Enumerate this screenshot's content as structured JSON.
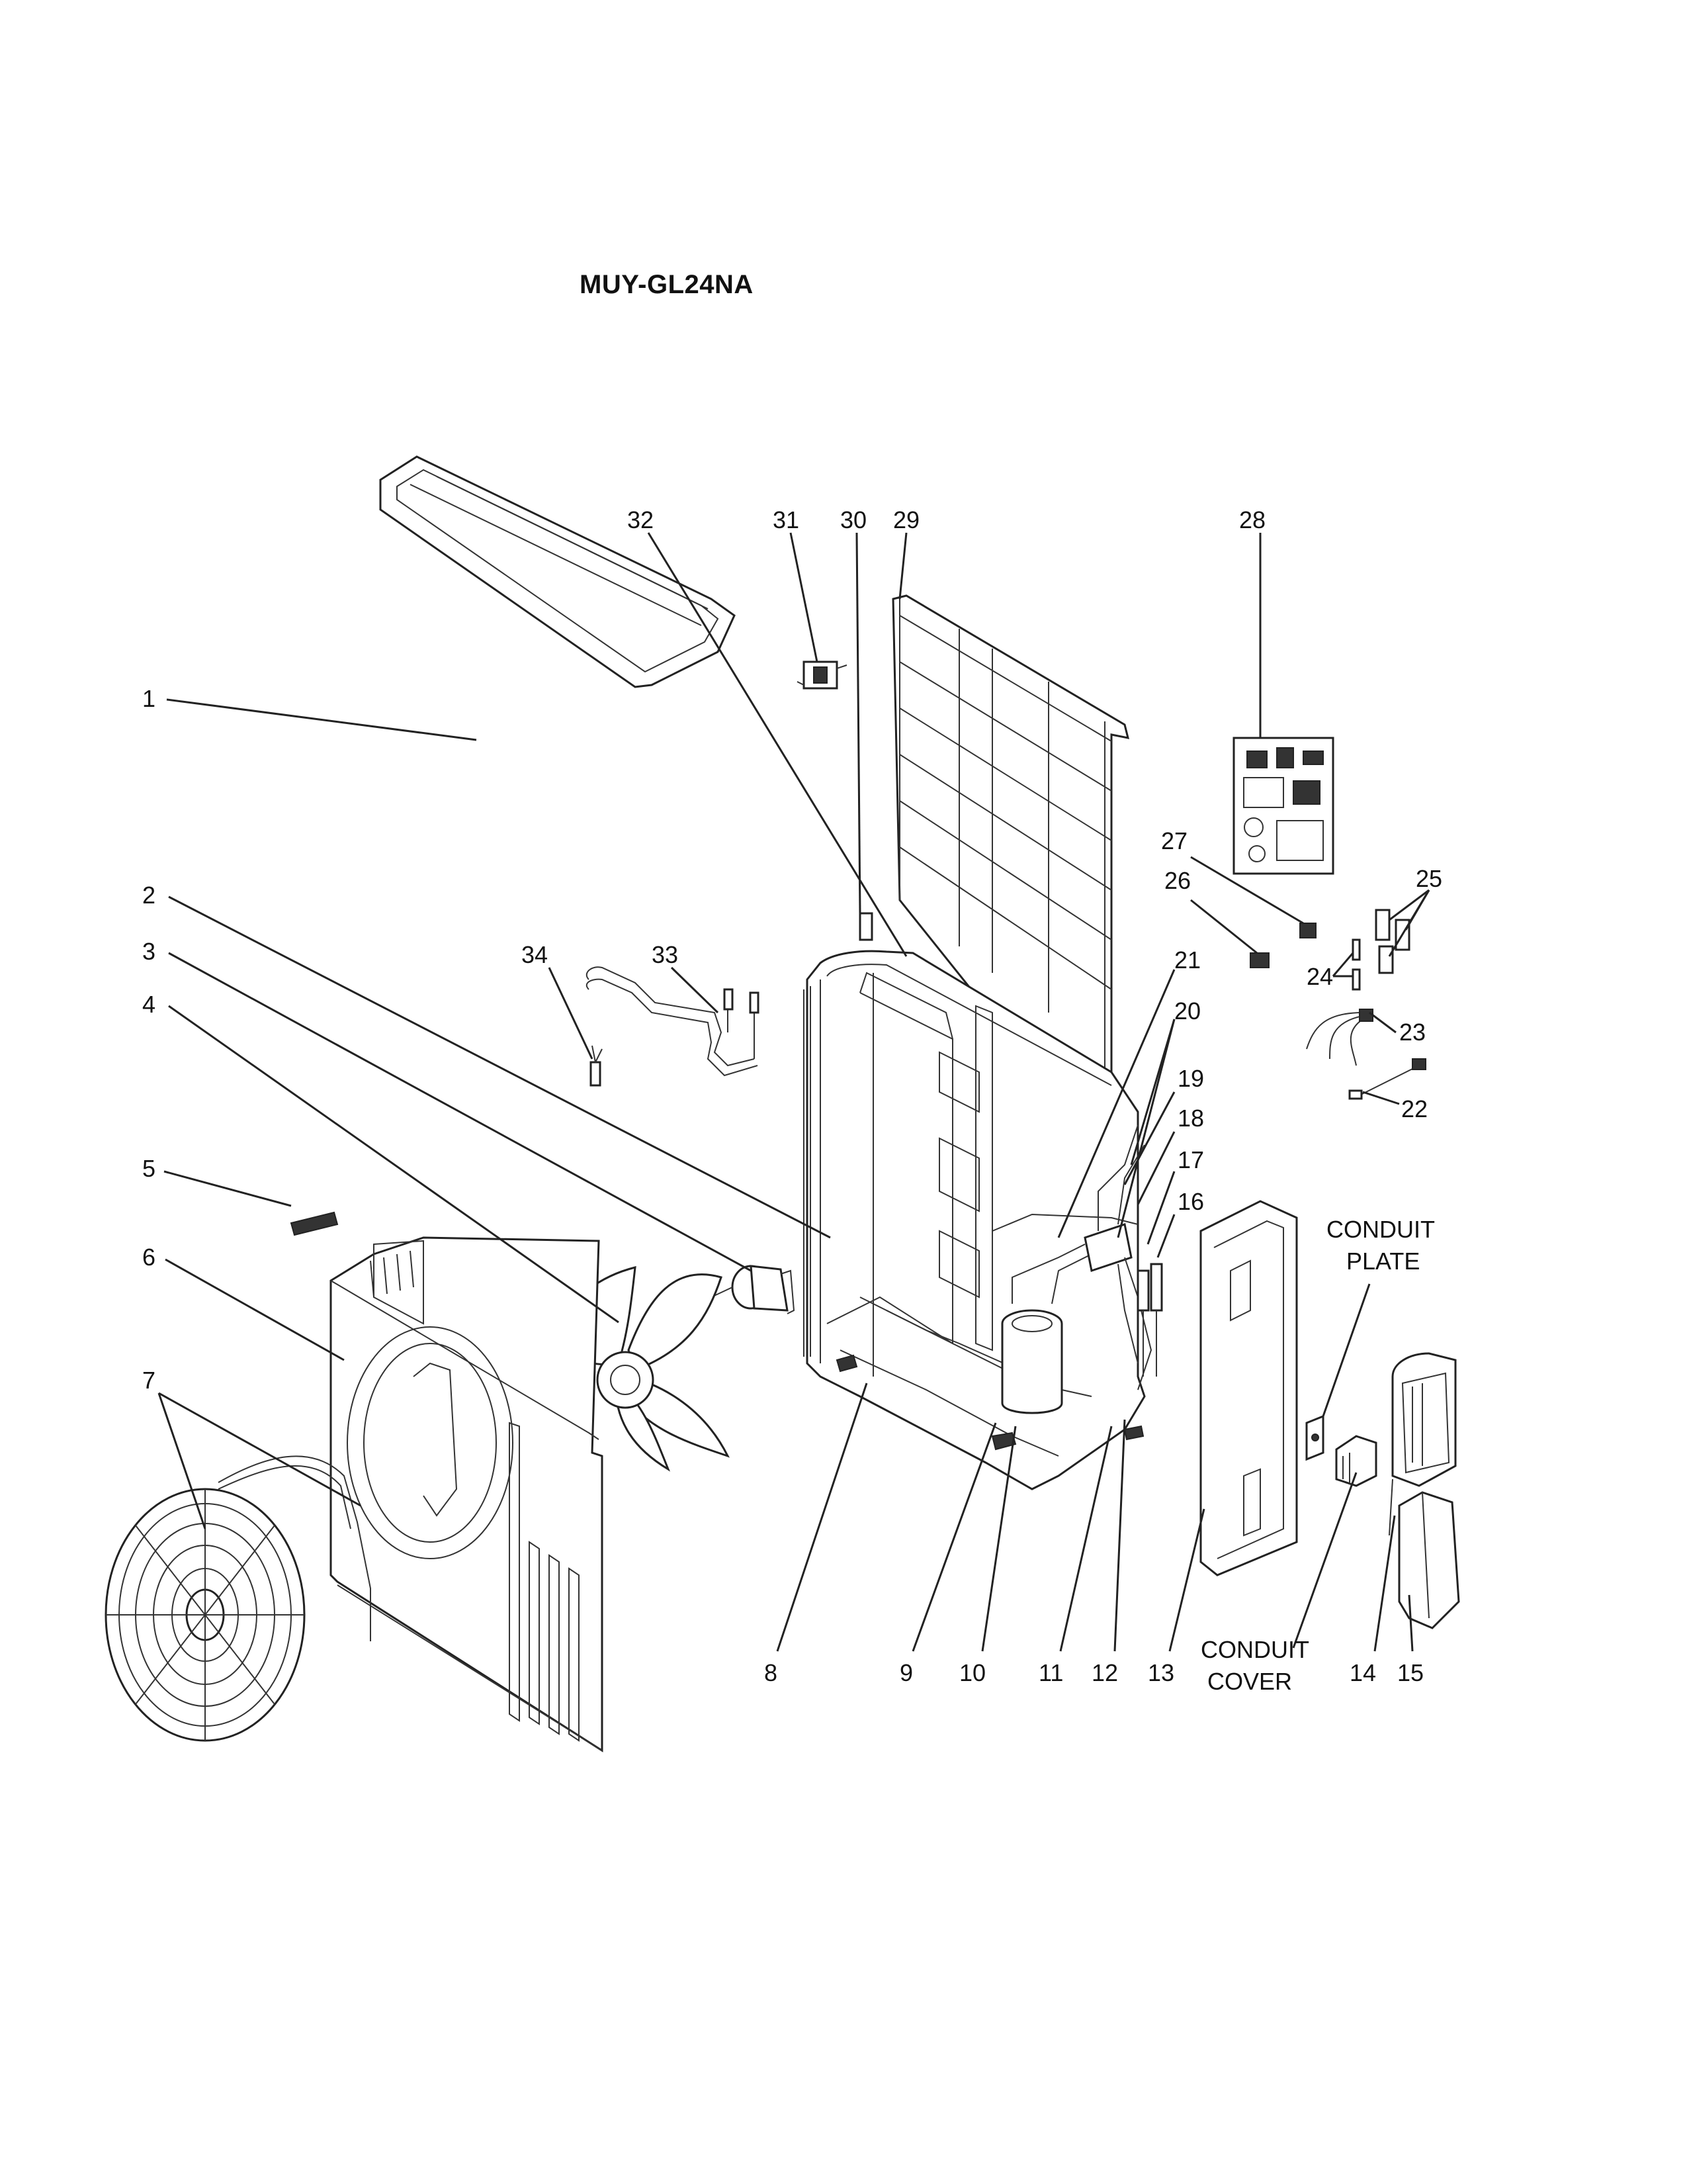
{
  "title": "MUY-GL24NA",
  "labels": {
    "n1": "1",
    "n2": "2",
    "n3": "3",
    "n4": "4",
    "n5": "5",
    "n6": "6",
    "n7": "7",
    "n8": "8",
    "n9": "9",
    "n10": "10",
    "n11": "11",
    "n12": "12",
    "n13": "13",
    "n14": "14",
    "n15": "15",
    "n16": "16",
    "n17": "17",
    "n18": "18",
    "n19": "19",
    "n20": "20",
    "n21": "21",
    "n22": "22",
    "n23": "23",
    "n24": "24",
    "n25": "25",
    "n26": "26",
    "n27": "27",
    "n28": "28",
    "n29": "29",
    "n30": "30",
    "n31": "31",
    "n32": "32",
    "n33": "33",
    "n34": "34",
    "conduit_plate_1": "CONDUIT",
    "conduit_plate_2": "PLATE",
    "conduit_cover_1": "CONDUIT",
    "conduit_cover_2": "COVER"
  }
}
